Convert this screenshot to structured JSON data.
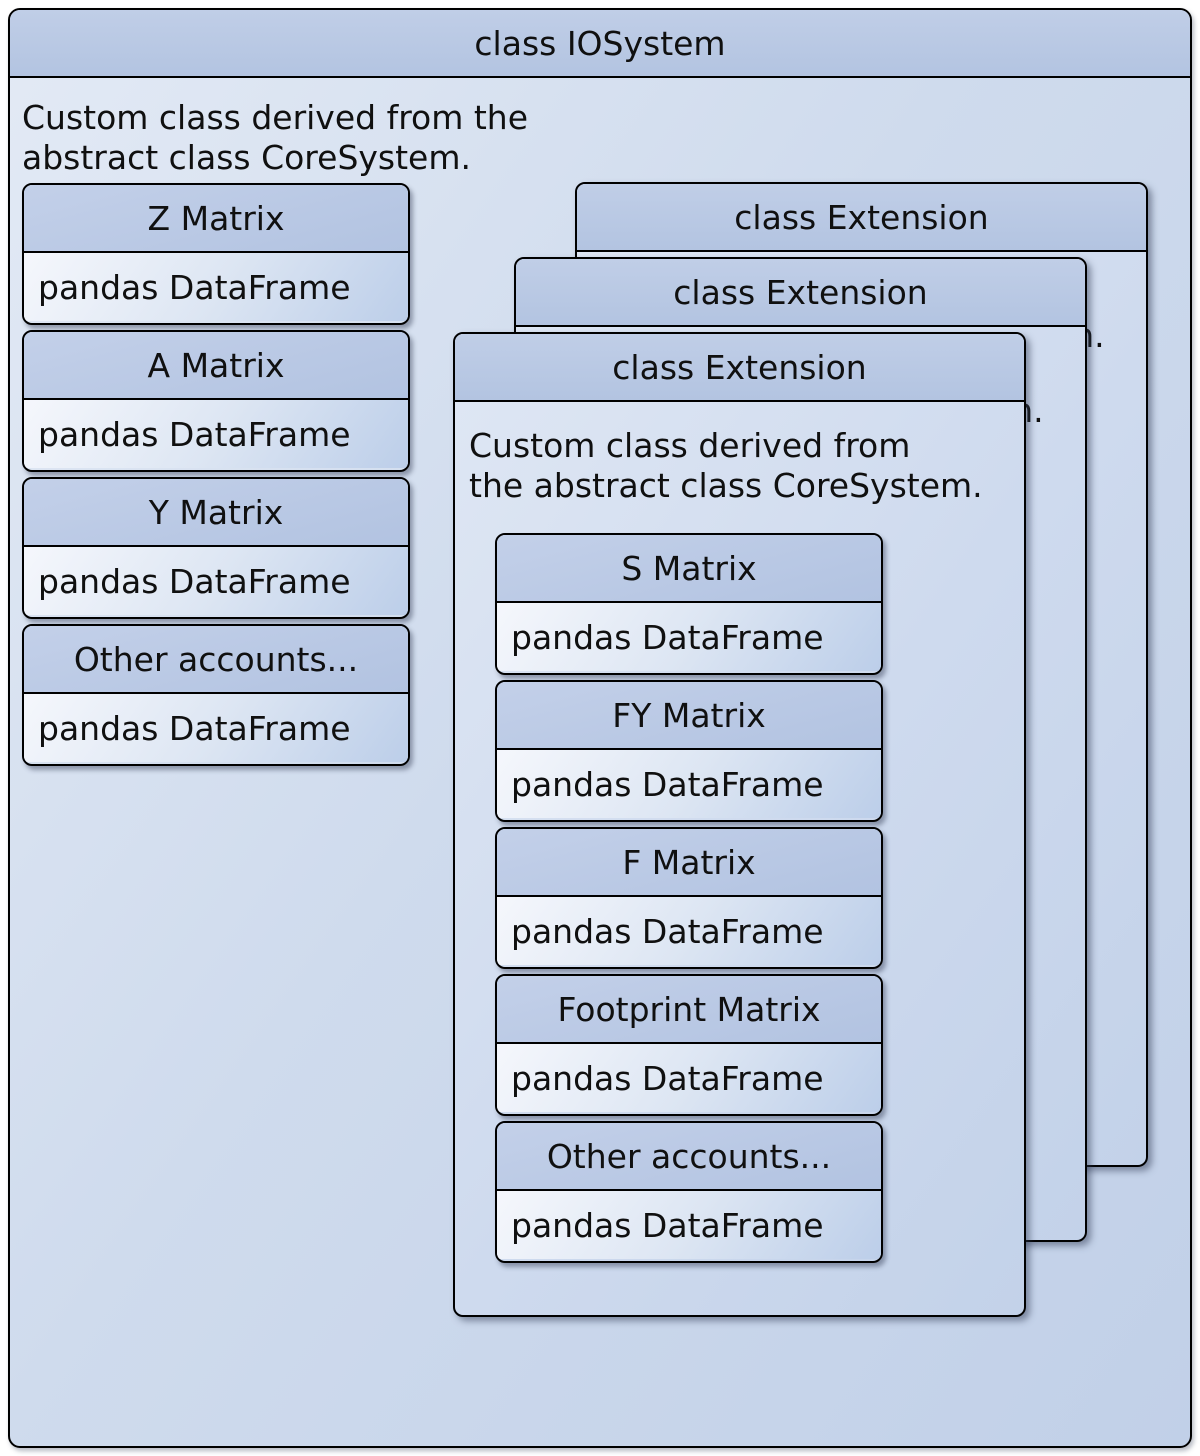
{
  "io": {
    "title": "class IOSystem",
    "desc_line1": "Custom class derived from the",
    "desc_line2": "abstract class CoreSystem.",
    "matrices": [
      {
        "name": "Z Matrix",
        "type": "pandas DataFrame"
      },
      {
        "name": "A Matrix",
        "type": "pandas DataFrame"
      },
      {
        "name": "Y Matrix",
        "type": "pandas DataFrame"
      },
      {
        "name": "Other accounts...",
        "type": "pandas DataFrame"
      }
    ]
  },
  "extension": {
    "title": "class Extension",
    "stack_count": 3,
    "desc_line1": "Custom class derived from",
    "desc_line2": "the abstract class CoreSystem.",
    "matrices": [
      {
        "name": "S Matrix",
        "type": "pandas DataFrame"
      },
      {
        "name": "FY Matrix",
        "type": "pandas DataFrame"
      },
      {
        "name": "F Matrix",
        "type": "pandas DataFrame"
      },
      {
        "name": "Footprint Matrix",
        "type": "pandas DataFrame"
      },
      {
        "name": "Other accounts...",
        "type": "pandas DataFrame"
      }
    ]
  },
  "colors": {
    "header_fill": "#b7c6e2",
    "body_fill": "#ccd9ec",
    "card_body_light": "#f5f7fc",
    "border": "#000000",
    "text": "#101010",
    "page_background": "#ffffff"
  }
}
